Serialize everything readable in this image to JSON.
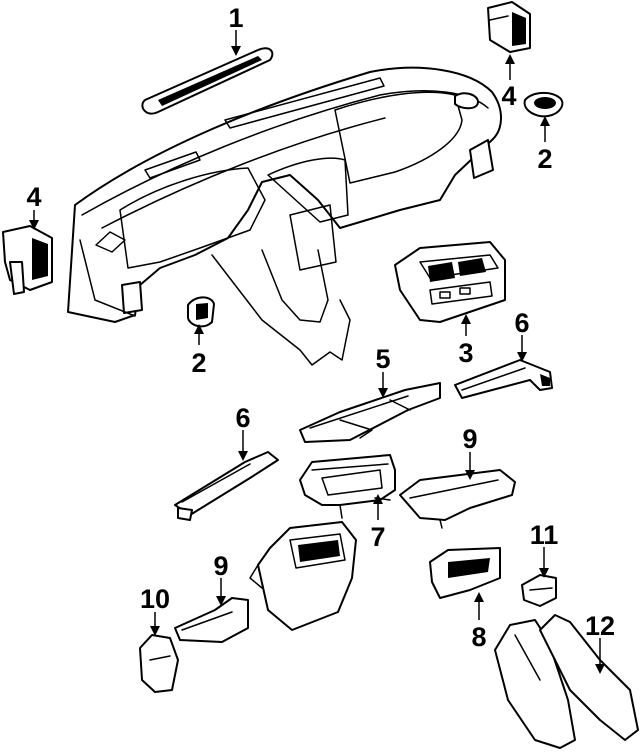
{
  "callouts": {
    "c1": "1",
    "c2a": "2",
    "c2b": "2",
    "c3": "3",
    "c4a": "4",
    "c4b": "4",
    "c5": "5",
    "c6a": "6",
    "c6b": "6",
    "c7": "7",
    "c8": "8",
    "c9a": "9",
    "c9b": "9",
    "c10": "10",
    "c11": "11",
    "c12": "12"
  }
}
